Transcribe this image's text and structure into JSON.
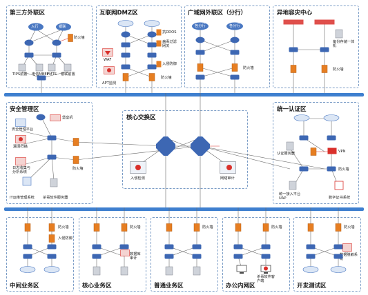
{
  "zones": {
    "third_party": "第三方外联区",
    "dmz": "互联网DMZ区",
    "wan": "广域网外联区（分行）",
    "dr": "异地容灾中心",
    "security": "安全管理区",
    "core": "核心交换区",
    "auth": "统一认证区",
    "middle": "中间业务区",
    "core_business": "核心业务区",
    "general_business": "普通业务区",
    "office": "办公内网区",
    "devtest": "开发测试区"
  },
  "labels": {
    "tp_cloud_left": "入行",
    "tp_cloud_right": "银联",
    "tp_firewall": "防火墙",
    "tp_srv1": "TIPS前置",
    "tp_srv2": "电信MBEF",
    "tp_srv3": "PMTS",
    "tp_srv4": "银联前置",
    "dmz_anti_ddos": "抗DDOS",
    "dmz_virus_gateway": "病毒过滤网关",
    "dmz_waf": "WAF",
    "dmz_ips": "入侵防御",
    "dmz_apt": "APT监测",
    "dmz_firewall": "防火墙",
    "wan_cloud_left": "各分行",
    "wan_cloud_right": "各分行",
    "wan_firewall": "防火墙",
    "dr_backup": "备份存储一体机",
    "dr_firewall": "防火墙",
    "sec_bastion": "堡垒机",
    "sec_platform": "安全管理平台",
    "sec_vuln": "漏洞扫描",
    "sec_log": "日志收集与分析系统",
    "sec_itops": "IT运维管理系统",
    "sec_av": "杀毒软件服务器",
    "sec_firewall": "防火墙",
    "core_ids": "入侵检测",
    "core_audit": "网络审计",
    "auth_server": "认证服务器",
    "auth_vpn": "VPN",
    "auth_firewall": "防火墙",
    "auth_uap": "统一接入平台UAP",
    "auth_ca": "数字证书系统",
    "mid_firewall": "防火墙",
    "mid_ips": "入侵防御",
    "cb_firewall": "防火墙",
    "cb_db_audit": "数据库审计",
    "gb_firewall": "防火墙",
    "off_firewall": "防火墙",
    "off_av": "杀毒软件客户端",
    "dev_firewall": "防火墙",
    "dev_desens": "数据脱敏系统"
  },
  "icons": {
    "router": "router-icon",
    "switch": "switch-icon",
    "firewall": "firewall-icon",
    "server": "server-icon",
    "cloud": "cloud-icon",
    "pc": "pc-icon",
    "internet": "internet-icon"
  },
  "colors": {
    "bus": "#3e7fcf",
    "zone_border": "#7a9cc6",
    "router": "#3d67b3",
    "firewall": "#e67e22",
    "server": "#cfd3da",
    "alert_red": "#d9302b"
  }
}
